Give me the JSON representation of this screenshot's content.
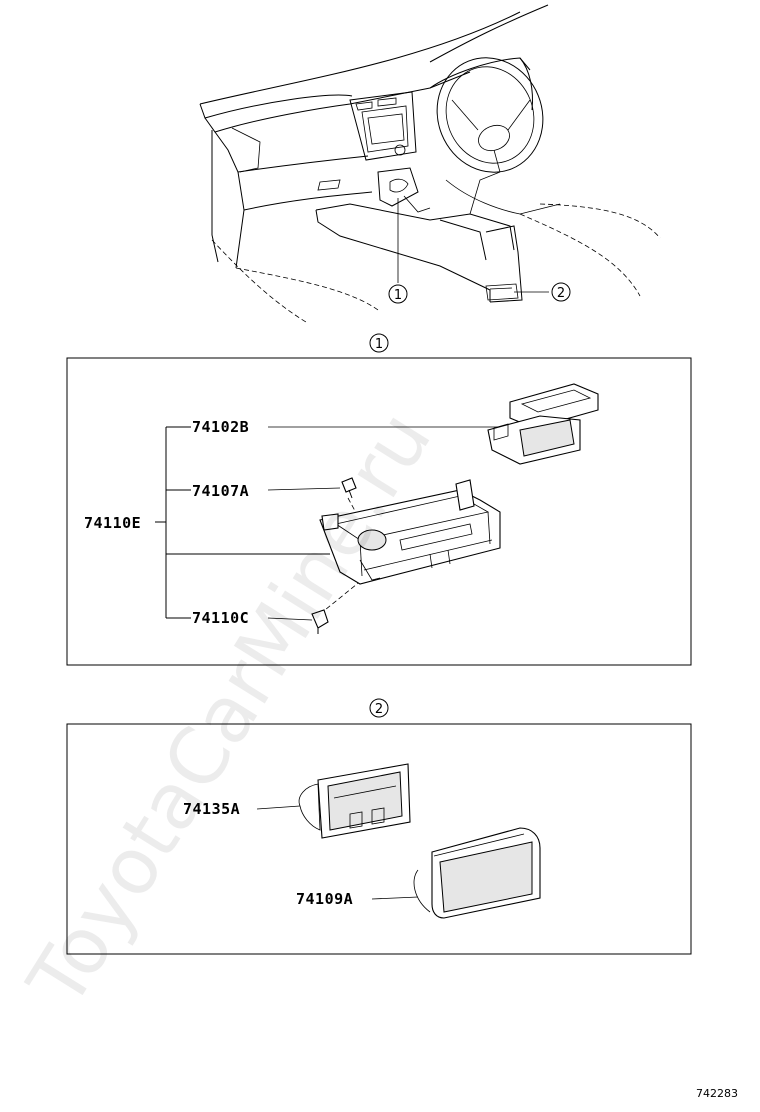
{
  "overview": {
    "callouts": [
      "1",
      "2"
    ]
  },
  "sections": [
    {
      "id": "1",
      "parts": [
        {
          "number": "74102B"
        },
        {
          "number": "74107A"
        },
        {
          "number": "74110E"
        },
        {
          "number": "74110C"
        }
      ]
    },
    {
      "id": "2",
      "parts": [
        {
          "number": "74135A"
        },
        {
          "number": "74109A"
        }
      ]
    }
  ],
  "figure_number": "742283",
  "watermark": "ToyotaCarMine.ru"
}
